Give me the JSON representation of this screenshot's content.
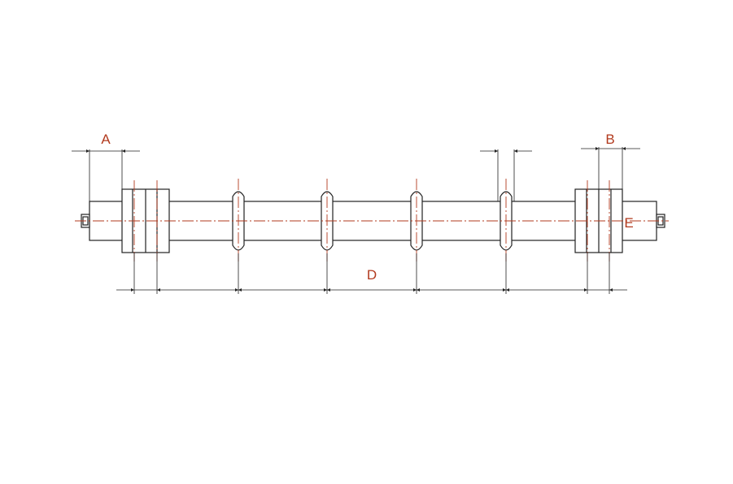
{
  "labels": {
    "a": "A",
    "b": "B",
    "d": "D",
    "e": "E"
  },
  "colors": {
    "outline": "#222222",
    "centerline": "#b23a1e",
    "label": "#b23a1e",
    "background": "#ffffff"
  },
  "icons": {
    "axle_end_left": "axle-end-square-icon",
    "axle_end_right": "axle-end-square-icon"
  }
}
